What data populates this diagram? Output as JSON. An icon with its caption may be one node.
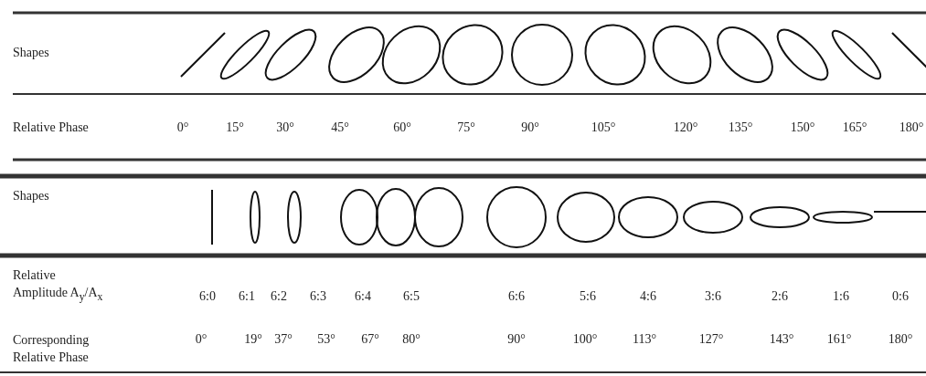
{
  "diagram": {
    "labels": [
      "Shapes",
      "Relative Phase",
      "0°",
      "15°",
      "30°",
      "45°",
      "60°",
      "75°",
      "90°",
      "105°",
      "120°",
      "135°",
      "150°",
      "165°",
      "180°",
      "Shapes",
      "Relative Amplitude A$_{y}$/A$_{x}$",
      "6:0",
      "6:1",
      "6:2",
      "6:3",
      "6:4",
      "6:5",
      "6:6",
      "5:6",
      "4:6",
      "3:6",
      "2:6",
      "1:6",
      "0:6",
      "Corresponding Relative Phase",
      "0°",
      "19°",
      "37°",
      "53°",
      "67°",
      "80°",
      "90°",
      "100°",
      "113°",
      "127°",
      "143°",
      "161°",
      "180°"
    ]
  }
}
